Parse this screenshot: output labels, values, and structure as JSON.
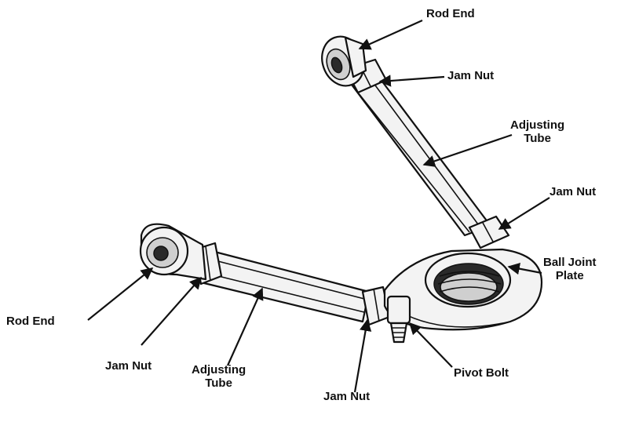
{
  "labels": {
    "rod_end_top": "Rod End",
    "jam_nut_top": "Jam Nut",
    "adjusting_tube_top": [
      "Adjusting",
      "Tube"
    ],
    "jam_nut_right": "Jam Nut",
    "ball_joint_plate": [
      "Ball Joint",
      "Plate"
    ],
    "pivot_bolt": "Pivot Bolt",
    "jam_nut_bottom": "Jam Nut",
    "adjusting_tube_bottom": [
      "Adjusting",
      "Tube"
    ],
    "jam_nut_left": "Jam Nut",
    "rod_end_left": "Rod End"
  },
  "colors": {
    "ink": "#111111",
    "metal": "#f3f3f3",
    "shadow": "#cfcfcf",
    "thread": "#2a2a2a"
  }
}
